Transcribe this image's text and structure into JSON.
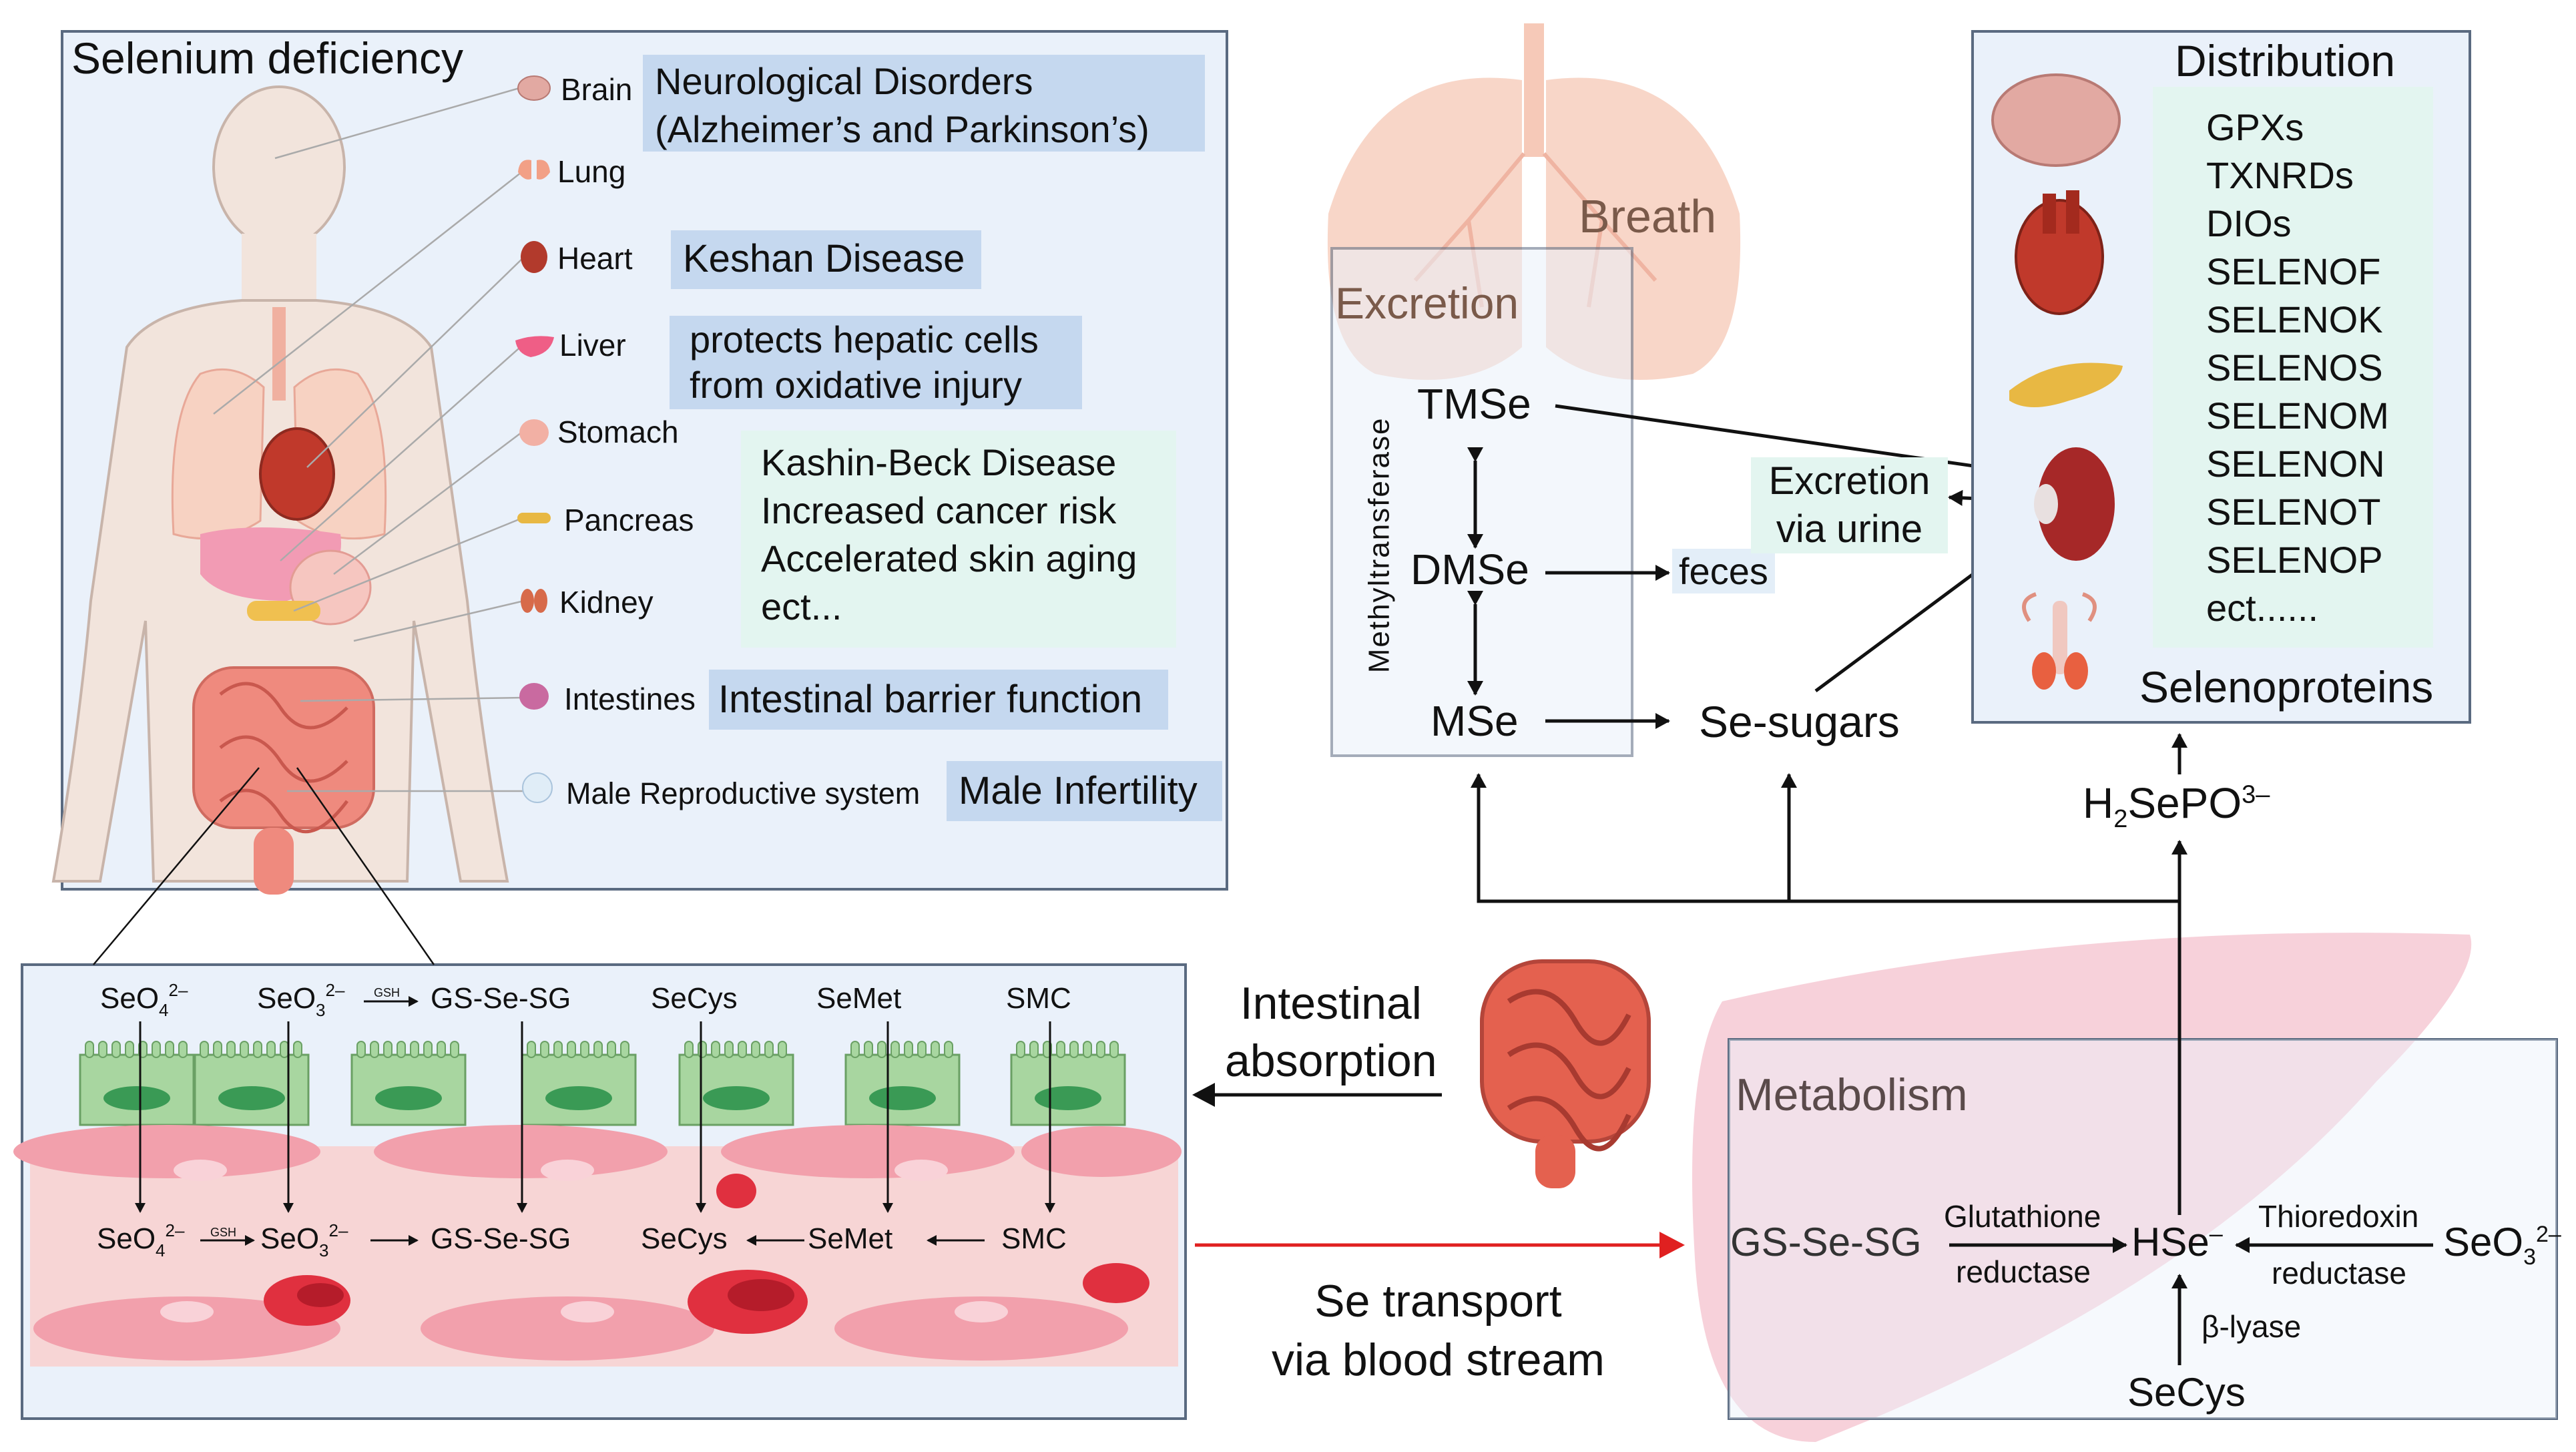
{
  "deficiency": {
    "title": "Selenium deficiency",
    "organs": [
      {
        "label": "Brain",
        "icon": "brain-icon"
      },
      {
        "label": "Lung",
        "icon": "lung-icon"
      },
      {
        "label": "Heart",
        "icon": "heart-icon"
      },
      {
        "label": "Liver",
        "icon": "liver-icon"
      },
      {
        "label": "Stomach",
        "icon": "stomach-icon"
      },
      {
        "label": "Pancreas",
        "icon": "pancreas-icon"
      },
      {
        "label": "Kidney",
        "icon": "kidney-icon"
      },
      {
        "label": "Intestines",
        "icon": "intestines-icon"
      },
      {
        "label": "Male Reproductive system",
        "icon": "male-reproductive-icon"
      }
    ],
    "effects": {
      "brain_line1": "Neurological Disorders",
      "brain_line2": "(Alzheimer’s and Parkinson’s)",
      "heart": "Keshan Disease",
      "liver_line1": "protects hepatic cells",
      "liver_line2": "from oxidative injury",
      "general": [
        "Kashin-Beck Disease",
        "Increased cancer risk",
        "Accelerated skin aging",
        "ect..."
      ],
      "intestines": "Intestinal barrier function",
      "reproductive": "Male Infertility"
    }
  },
  "absorption": {
    "top_species": [
      "SeO",
      "SeO",
      "GS-Se-SG",
      "SeCys",
      "SeMet",
      "SMC"
    ],
    "gsh": "GSH",
    "bottom_species": [
      "SeO",
      "SeO",
      "GS-Se-SG",
      "SeCys",
      "SeMet",
      "SMC"
    ],
    "sub4": "4",
    "sub3": "3",
    "charge": "2–",
    "intestinal_label_line1": "Intestinal",
    "intestinal_label_line2": "absorption",
    "transport_line1": "Se transport",
    "transport_line2": "via blood stream"
  },
  "excretion": {
    "breath": "Breath",
    "title": "Excretion",
    "enzyme": "Methyltransferase",
    "tmse": "TMSe",
    "dmse": "DMSe",
    "mse": "MSe",
    "feces": "feces",
    "se_sugars": "Se-sugars",
    "urine_line1": "Excretion",
    "urine_line2": "via urine"
  },
  "distribution": {
    "title": "Distribution",
    "selenoproteins": [
      "GPXs",
      "TXNRDs",
      "DIOs",
      "SELENOF",
      "SELENOK",
      "SELENOS",
      "SELENOM",
      "SELENON",
      "SELENOT",
      "SELENOP",
      "ect......"
    ],
    "footer": "Selenoproteins",
    "h2sepo3": "H",
    "h2sepo3_sub": "2",
    "h2sepo3_rest": "SePO",
    "h2sepo3_sup": "3–"
  },
  "metabolism": {
    "title": "Metabolism",
    "gssesg": "GS-Se-SG",
    "glutathione": "Glutathione",
    "reductase1": "reductase",
    "hse": "HSe",
    "hse_sup": "–",
    "thioredoxin": "Thioredoxin",
    "reductase2": "reductase",
    "seo3": "SeO",
    "seo3_sub": "3",
    "seo3_sup": "2–",
    "beta_lyase": "β-lyase",
    "secys": "SeCys"
  },
  "colors": {
    "panel_fill": "#eaf1fa",
    "label_blue": "#c5d8ef",
    "label_mint": "#e3f5f0",
    "villi_green": "#a8d6a0",
    "blood_pink": "#f7d5d5",
    "cell_pink": "#f2a0ac",
    "rbc_red": "#e0303f",
    "transport_red": "#e02020",
    "liver_pink": "#f6c9d3",
    "lung_peach": "#f7d2c2"
  }
}
